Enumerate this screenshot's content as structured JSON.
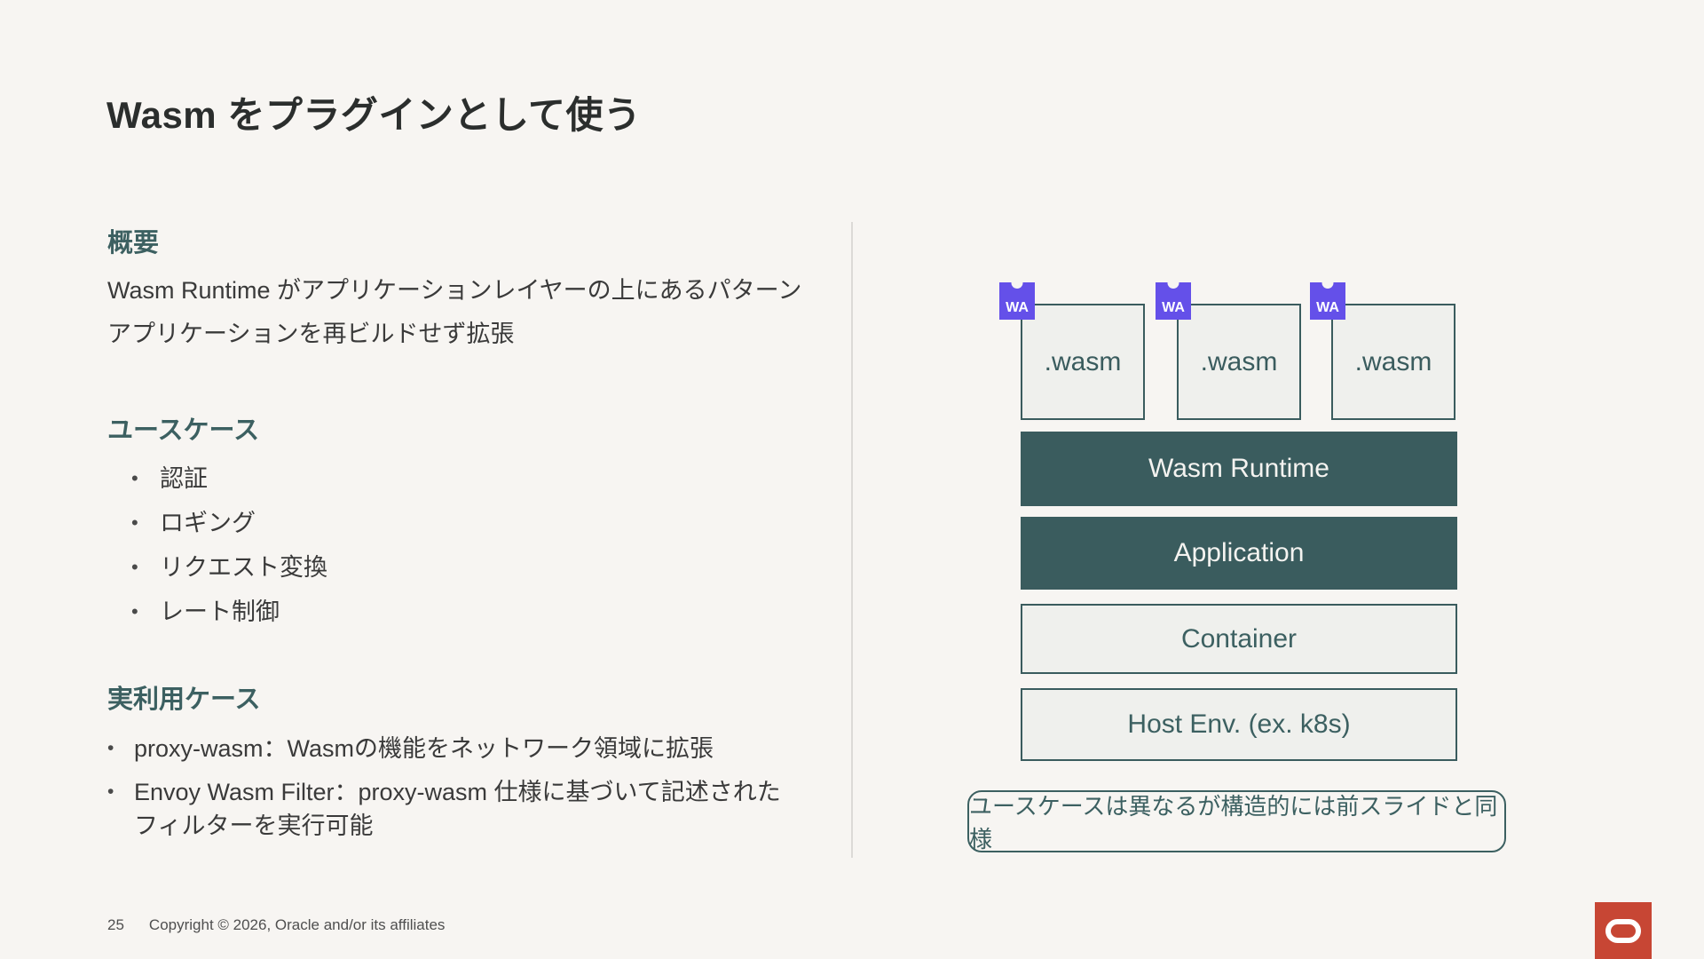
{
  "slide": {
    "title": "Wasm をプラグインとして使う",
    "footer": {
      "page_number": "25",
      "copyright": "Copyright © 2026, Oracle and/or its affiliates"
    }
  },
  "content": {
    "overview": {
      "heading": "概要",
      "lines": [
        "Wasm Runtime がアプリケーションレイヤーの上にあるパターン",
        "アプリケーションを再ビルドせず拡張"
      ]
    },
    "use_cases": {
      "heading": "ユースケース",
      "bullets": [
        "認証",
        "ロギング",
        "リクエスト変換",
        "レート制御"
      ]
    },
    "real_cases": {
      "heading": "実利用ケース",
      "bullets": [
        "proxy-wasm：Wasmの機能をネットワーク領域に拡張",
        "Envoy Wasm Filter：proxy-wasm 仕様に基づいて記述されたフィルターを実行可能"
      ]
    }
  },
  "diagram": {
    "badge_label": "WA",
    "modules": [
      ".wasm",
      ".wasm",
      ".wasm"
    ],
    "layers": [
      {
        "label": "Wasm Runtime",
        "variant": "dark"
      },
      {
        "label": "Application",
        "variant": "dark"
      },
      {
        "label": "Container",
        "variant": "light"
      },
      {
        "label": "Host Env. (ex. k8s)",
        "variant": "light"
      }
    ],
    "note": "ユースケースは異なるが構造的には前スライドと同様"
  },
  "colors": {
    "background": "#F7F5F2",
    "heading_teal": "#3C6061",
    "layer_dark_fill": "#3A5C5E",
    "box_light_fill": "#EFF0ED",
    "wasm_purple": "#6450E9",
    "oracle_red": "#C74634",
    "body_text": "#3A3A3A"
  }
}
